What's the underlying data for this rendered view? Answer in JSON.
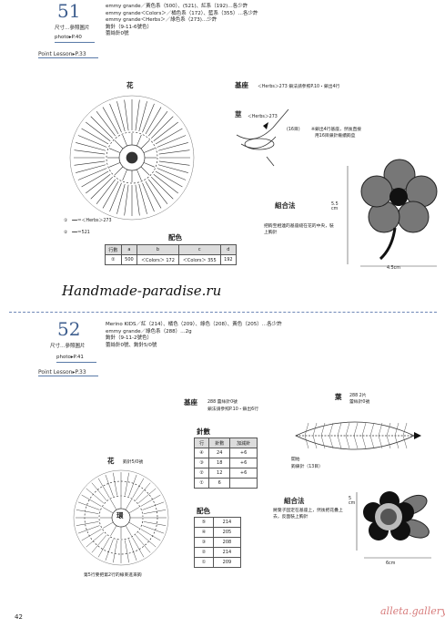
{
  "pattern51": {
    "number": "51",
    "size": "尺寸…參照圖片",
    "photo": "photo▸P.40",
    "lesson": "Point Lesson▸P.33",
    "materials": [
      "emmy grande／黃色系（500）、(521)、紅系（192)…各少許",
      "emmy grande＜Colors＞／橘色系（172）、藍系（355）…各少許",
      "emmy grande＜Herbs＞／綠色系（273)…少許",
      "鉤針（9-11-6號色）",
      "蕾絲針0號"
    ],
    "flower_title": "花",
    "base_title": "基座",
    "base_note": "＜Herbs＞273  鎖法請參照P.10・鎖出4行",
    "stem_title": "莖",
    "stem_label": "＜Herbs＞273",
    "stem_note1": "(16目)",
    "stem_note2": "※鎖出4行基座，然後直接",
    "stem_note3": "用16目鎖針繼續鉤莖",
    "legend1": "①　━━＝＜Herbs＞273",
    "legend2": "②　━━＝521",
    "color_title": "配色",
    "color_table": {
      "headers": [
        "行數",
        "a",
        "b",
        "c",
        "d"
      ],
      "row": [
        "②",
        "500",
        "＜Colors＞ 172",
        "＜Colors＞ 355",
        "192"
      ]
    },
    "assembly_title": "組合法",
    "assembly_text": "把鉤至相連的基座縫在花的中央，裝上胸針",
    "dim_height": "5.5 cm",
    "dim_width": "4.5cm"
  },
  "watermark": "Handmade-paradise.ru",
  "pattern52": {
    "number": "52",
    "size": "尺寸…參照圖片",
    "photo": "photo▸P.41",
    "lesson": "Point Lesson▸P.33",
    "materials": [
      "Merino KIDS／紅（214）、橘色（209）、綠色（208）、黃色（205）…各少許",
      "emmy grande／綠色系（288）…2g",
      "鉤針（9-11-2號色）",
      "蕾絲針0號、鉤針5/0號"
    ],
    "base_title": "基座",
    "base_note1": "288  蕾絲針0號",
    "base_note2": "鎖法請參照P.10・鎖出6行",
    "leaf_title": "葉",
    "leaf_note": "288  2片",
    "leaf_note2": "蕾絲針0號",
    "leaf_start": "開始",
    "leaf_start2": "鉤鎖針（13目）",
    "flower_title": "花",
    "flower_hook": "鉤針5/0號",
    "count_title": "針數",
    "count_table": {
      "headers": [
        "行",
        "針數",
        "加減針"
      ],
      "rows": [
        [
          "④",
          "24",
          "+6"
        ],
        [
          "③",
          "18",
          "+6"
        ],
        [
          "②",
          "12",
          "+6"
        ],
        [
          "①",
          "6",
          ""
        ]
      ]
    },
    "color_title": "配色",
    "color_rows": [
      [
        "⑤",
        "214"
      ],
      [
        "④",
        "205"
      ],
      [
        "③",
        "208"
      ],
      [
        "②",
        "214"
      ],
      [
        "①",
        "209"
      ]
    ],
    "center_char": "環",
    "flower_note": "第5行要把第2行的線束進來鉤",
    "assembly_title": "組合法",
    "assembly_text": "將葉子固定在基座上，然後把花疊上去，反面裝上胸針",
    "dim_height": "5 cm",
    "dim_width": "6cm"
  },
  "page_number": "42",
  "signature": "alleta.gallery"
}
